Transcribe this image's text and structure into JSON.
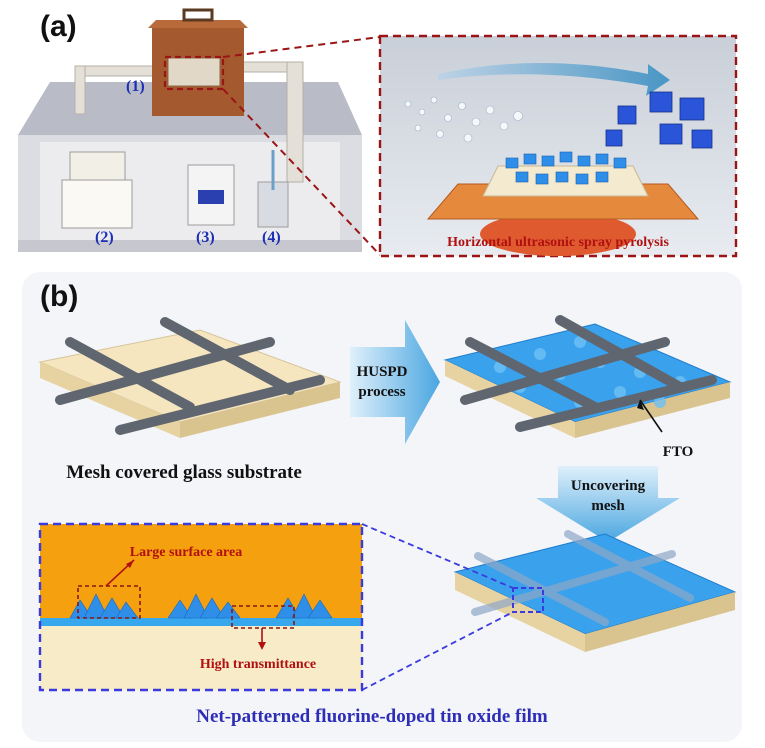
{
  "panel_a": {
    "label": "(a)",
    "markers": [
      "(1)",
      "(2)",
      "(3)",
      "(4)"
    ],
    "inset_caption": "Horizontal ultrasonic spray pyrolysis"
  },
  "panel_b": {
    "label": "(b)",
    "arrow1_line1": "HUSPD",
    "arrow1_line2": "process",
    "arrow2_line1": "Uncovering",
    "arrow2_line2": "mesh",
    "fto_label": "FTO",
    "substrate_caption": "Mesh covered glass substrate",
    "large_area_label": "Large surface area",
    "high_trans_label": "High transmittance",
    "film_caption": "Net-patterned fluorine-doped tin oxide film"
  },
  "colors": {
    "dashed_red": "#9a1515",
    "dashed_blue": "#3a3adf",
    "caption_red": "#b01010",
    "caption_blue": "#2d2db8",
    "crystal_blue": "#2f8fe8",
    "glass_cream": "#f6e6c0",
    "orange_bg": "#f5a10f"
  }
}
